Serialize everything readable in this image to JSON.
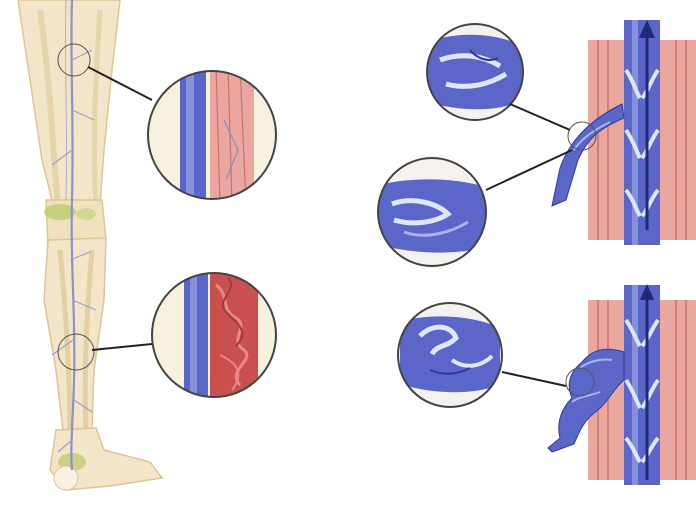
{
  "figure": {
    "subject": "vein-valve-anatomy-illustration",
    "panels": [
      {
        "name": "leg-anatomy",
        "icon": "leg-icon"
      },
      {
        "name": "healthy-vein-detail",
        "icon": "magnifier-icon"
      },
      {
        "name": "varicose-vein-detail",
        "icon": "magnifier-icon"
      },
      {
        "name": "valve-open-detail",
        "icon": "valve-icon"
      },
      {
        "name": "valve-closed-detail",
        "icon": "valve-icon"
      },
      {
        "name": "valve-failed-detail",
        "icon": "valve-icon"
      }
    ],
    "colors": {
      "skin": "#f3e6c8",
      "skin_shadow": "#e2cfa2",
      "muscle": "#e9a7a0",
      "muscle_line": "#c8736d",
      "vein": "#5a66c8",
      "vein_dark": "#2f3a9c",
      "vein_light": "#a9b3ea",
      "valve": "#cfd8f6",
      "bone": "#f7f1e2",
      "knee_highlight": "#b7c96a",
      "circle_stroke": "#444444"
    }
  }
}
